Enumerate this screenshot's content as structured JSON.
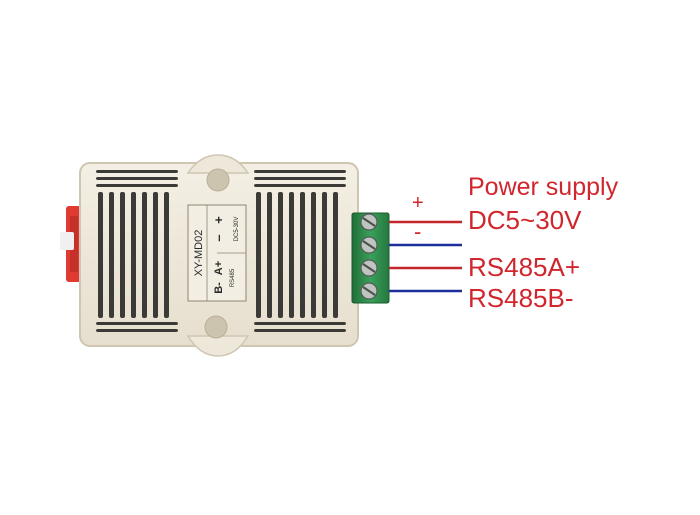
{
  "device": {
    "model": "XY-MD02",
    "pins": {
      "b": "B-",
      "a": "A+",
      "minus": "–",
      "plus": "+"
    },
    "pin_group_rs485": "RS485",
    "pin_group_power": "DC5-30V"
  },
  "callouts": {
    "title": "Power supply",
    "plus_sign": "+",
    "minus_sign": "-",
    "power": "DC5~30V",
    "rs485a": "RS485A+",
    "rs485b": "RS485B-"
  },
  "colors": {
    "label_red": "#d0262d",
    "wire_red": "#c3262b",
    "wire_blue": "#1b2f9c",
    "housing": "#efe9dc",
    "housing_shadow": "#cfc6b2",
    "terminal_green": "#2e8b4a",
    "clip_red": "#e03a32"
  }
}
